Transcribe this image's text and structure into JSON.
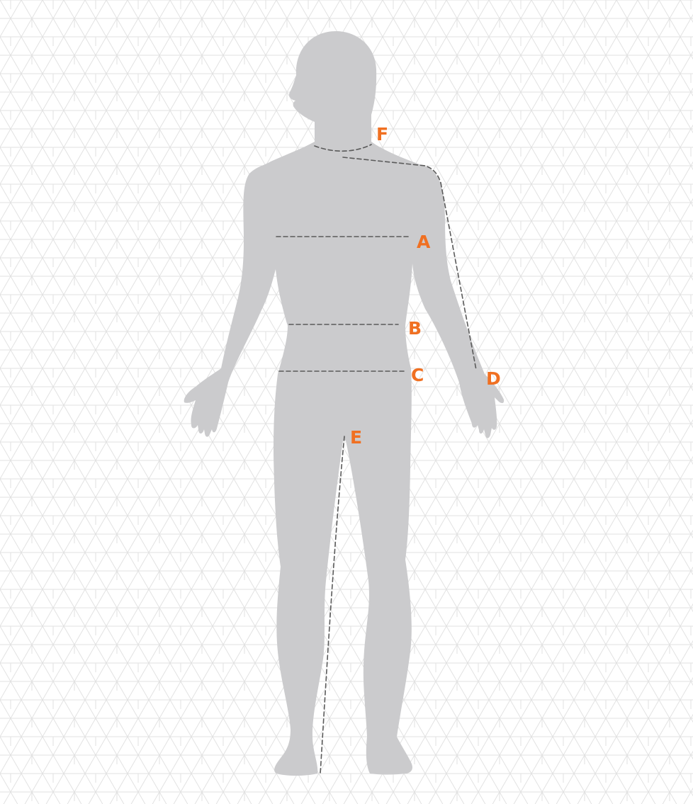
{
  "diagram": {
    "colors": {
      "background": "#ffffff",
      "pattern_line": "#e2e2e2",
      "silhouette": "#cbcbcd",
      "measure_line": "#5a5a5a",
      "label": "#f07022"
    },
    "labels": {
      "a": "A",
      "b": "B",
      "c": "C",
      "d": "D",
      "e": "E",
      "f": "F"
    }
  }
}
